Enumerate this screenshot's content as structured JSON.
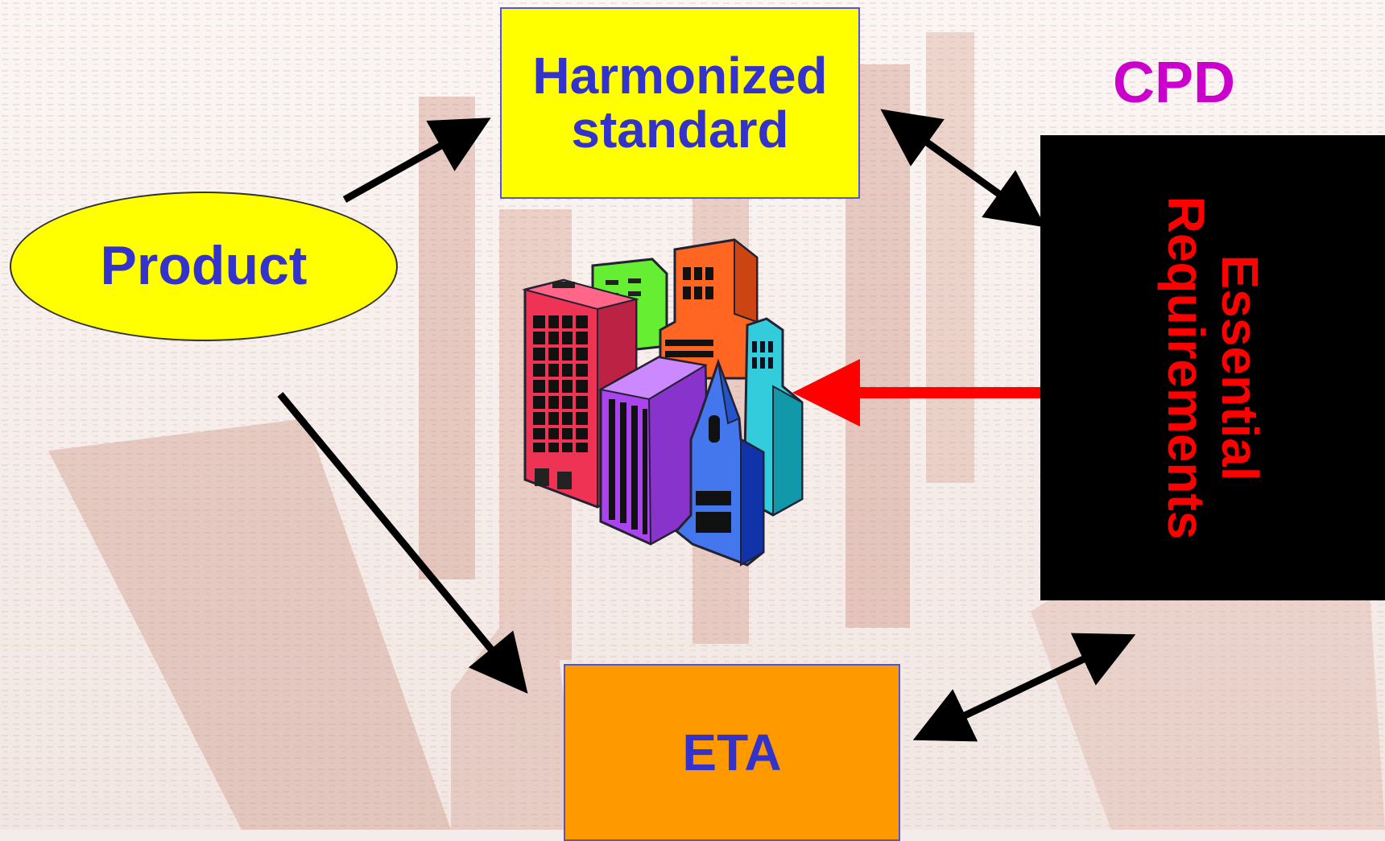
{
  "nodes": {
    "harmonized_line1": "Harmonized",
    "harmonized_line2": "standard",
    "product": "Product",
    "eta": "ETA",
    "cpd": "CPD",
    "essential_line1": "Essential",
    "essential_line2": "Requirements"
  },
  "colors": {
    "box_text": "#3333cc",
    "yellow_fill": "#ffff00",
    "eta_fill": "#ff9900",
    "cpd_text": "#cc00cc",
    "essential_fill": "#000000",
    "essential_text": "#ff0000",
    "arrow_black": "#000000",
    "arrow_red": "#ff0000"
  },
  "icons": {
    "background": "faded-city-watermark",
    "center": "buildings-clipart-icon"
  }
}
